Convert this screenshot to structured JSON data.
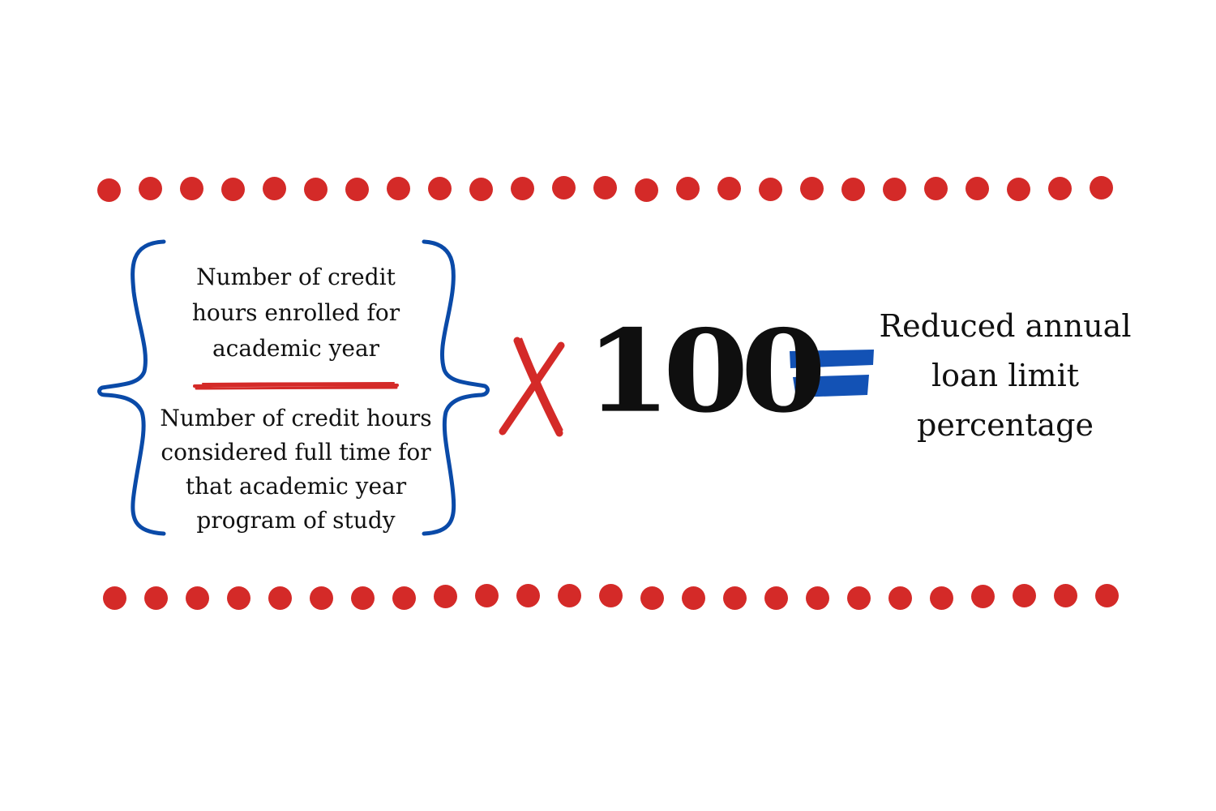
{
  "colors": {
    "dots": "#d42a28",
    "braces": "#0a4aa8",
    "times_sign": "#d42a28",
    "fraction_bar": "#d42a28",
    "equals_sign": "#1352b5",
    "text": "#111111"
  },
  "dot_rows": {
    "top_count": 25,
    "bottom_count": 25
  },
  "fraction": {
    "numerator": "Number of credit hours enrolled for academic year",
    "denominator": "Number of credit hours considered full time for that academic year program of study"
  },
  "operators": {
    "times_icon": "red-x-times-sign",
    "equals_icon": "blue-equals-sign"
  },
  "multiplier": "100",
  "result": "Reduced annual loan limit percentage"
}
